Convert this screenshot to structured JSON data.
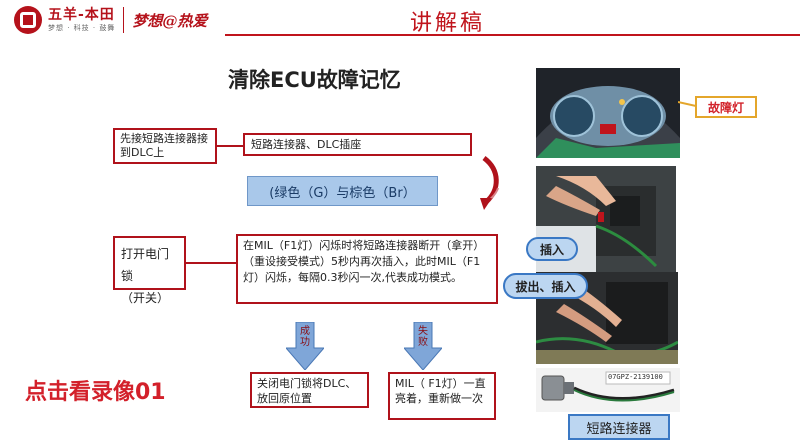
{
  "header": {
    "brand_name": "五羊-本田",
    "brand_sub": "梦想 · 科技 · 鼓舞",
    "slogan": "梦想@热爱",
    "title": "讲解稿"
  },
  "slide": {
    "title": "清除ECU故障记忆",
    "step1_action": "先接短路连接器接到DLC上",
    "step1_detail": "短路连接器、DLC插座",
    "wire_colors": "(绿色（G）与棕色（Br）",
    "step2_action_line1": "打开电门锁",
    "step2_action_line2": "（开关）",
    "step2_detail": "在MIL（F1灯）闪烁时将短路连接器断开（拿开）（重设接受模式）5秒内再次插入，此时MIL（F1灯）闪烁，每隔0.3秒闪一次,代表成功模式。",
    "success_label": "成功",
    "fail_label": "失败",
    "success_result": "关闭电门锁将DLC、放回原位置",
    "fail_result": "MIL（ F1灯）一直亮着，重新做一次",
    "play_link": "点击看录像01"
  },
  "photos": {
    "fault_light_label": "故障灯",
    "insert_label": "插入",
    "pull_insert_label": "拔出、插入",
    "connector_label": "短路连接器",
    "connector_print": "07GPZ-2139100"
  },
  "colors": {
    "brand_red": "#b5121b",
    "box_border": "#b0121b",
    "link_red": "#d3202a",
    "callout_blue": "#bcd6f1",
    "arrow_blue": "#7fa6d8"
  }
}
